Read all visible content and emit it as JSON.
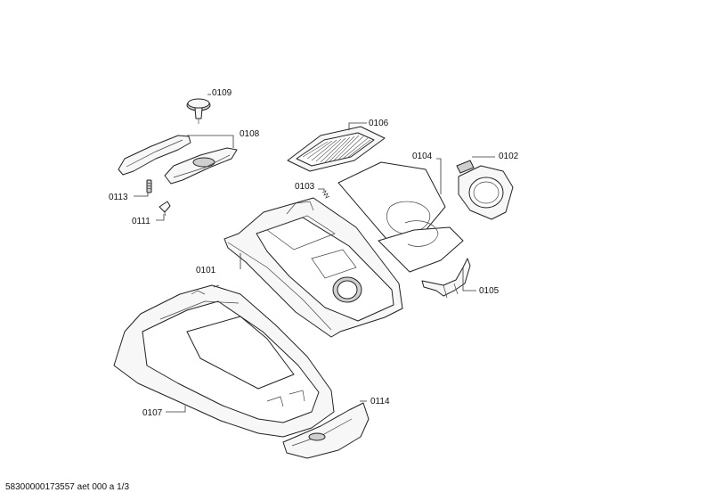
{
  "callouts": {
    "p0101": "0101",
    "p0102": "0102",
    "p0103": "0103",
    "p0104": "0104",
    "p0105": "0105",
    "p0106": "0106",
    "p0107": "0107",
    "p0108": "0108",
    "p0109": "0109",
    "p0111": "0111",
    "p0113": "0113",
    "p0114": "0114"
  },
  "footer": {
    "doc_id": "58300000173557 aet 000 a 1/3"
  }
}
